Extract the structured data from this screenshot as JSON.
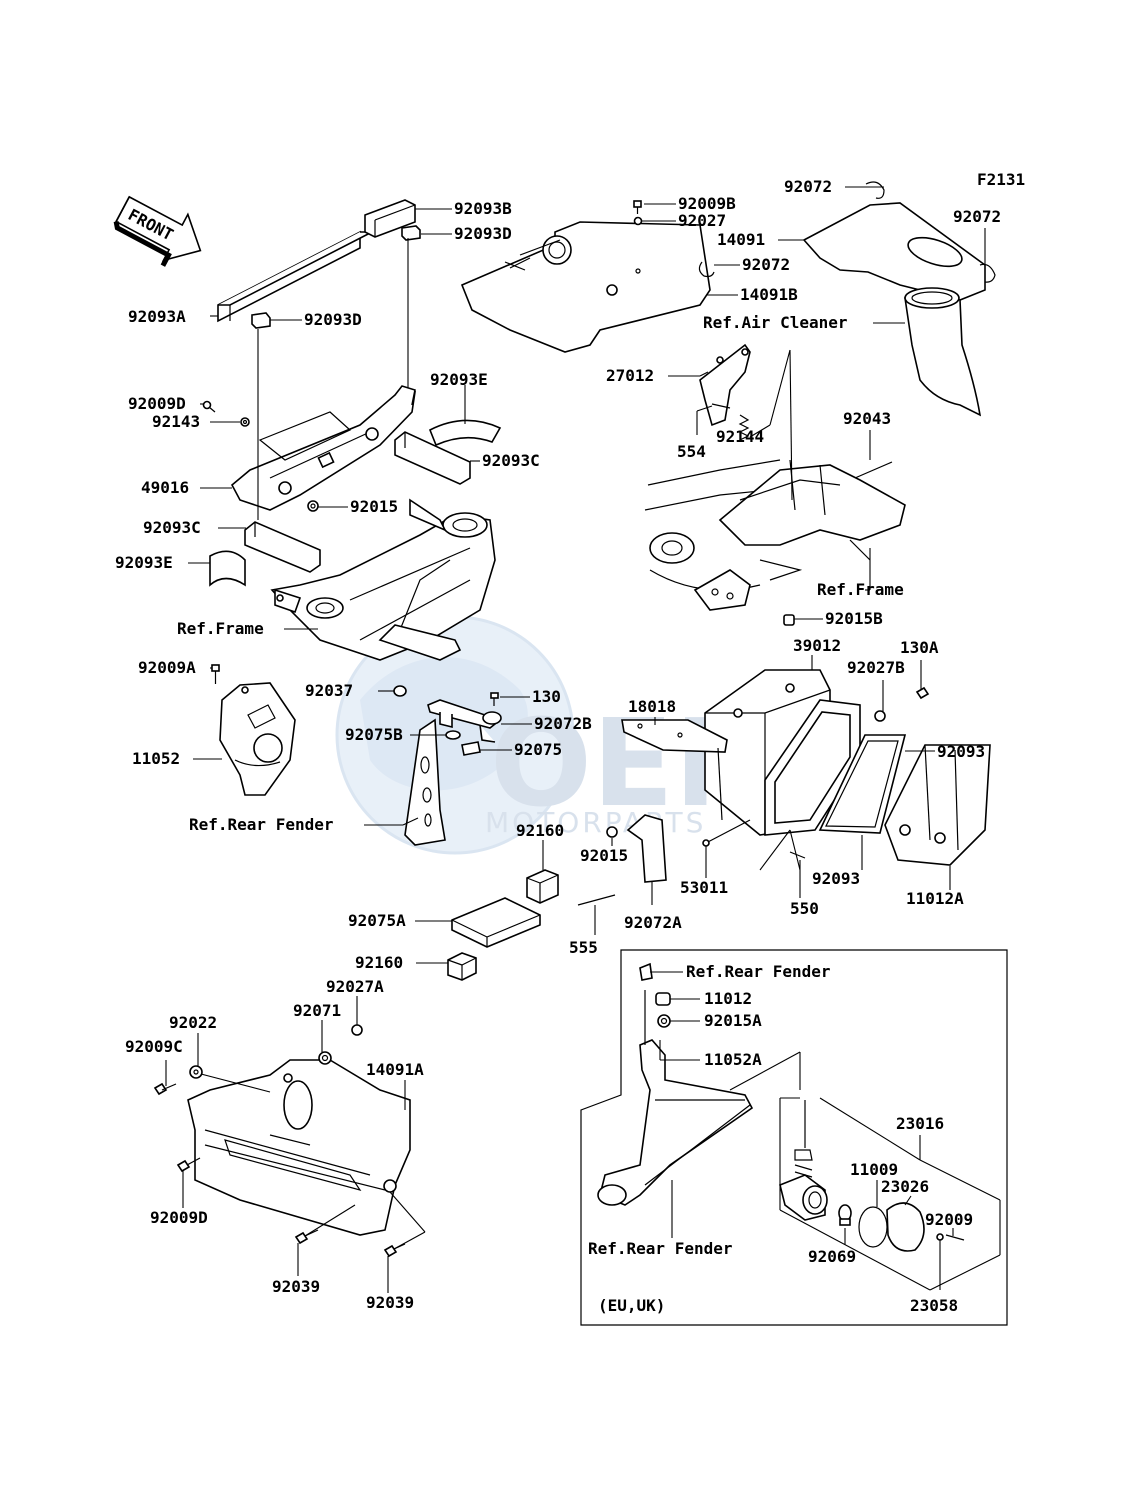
{
  "figure_code": "F2131",
  "front_label": "FRONT",
  "watermark": {
    "brand": "OEM",
    "sub": "MOTORPARTS"
  },
  "labels": {
    "l92093B": "92093B",
    "l92093D_top": "92093D",
    "l92093A": "92093A",
    "l92093D": "92093D",
    "l92009D_top": "92009D",
    "l92143": "92143",
    "l92093E_top": "92093E",
    "l92093C_right": "92093C",
    "l49016": "49016",
    "l92015_top": "92015",
    "l92093C_left": "92093C",
    "l92093E_left": "92093E",
    "ref_frame_left": "Ref.Frame",
    "l92009A": "92009A",
    "l92037": "92037",
    "l130": "130",
    "l92072B": "92072B",
    "l92075B": "92075B",
    "l92075": "92075",
    "l11052": "11052",
    "ref_rear_fender_left": "Ref.Rear Fender",
    "l92009B": "92009B",
    "l92027": "92027",
    "l92072_top": "92072",
    "l92072_mid": "92072",
    "l92072_right": "92072",
    "l14091": "14091",
    "l14091B": "14091B",
    "ref_air_cleaner": "Ref.Air Cleaner",
    "l27012": "27012",
    "l554": "554",
    "l92144": "92144",
    "l92043": "92043",
    "ref_frame_right": "Ref.Frame",
    "l92015B": "92015B",
    "l39012": "39012",
    "l92027B": "92027B",
    "l130A": "130A",
    "l18018": "18018",
    "l92093_a": "92093",
    "l92093_b": "92093",
    "l92160_a": "92160",
    "l92015_mid": "92015",
    "l53011": "53011",
    "l550": "550",
    "l11012A": "11012A",
    "l92075A": "92075A",
    "l92072A": "92072A",
    "l555": "555",
    "l92160_b": "92160",
    "l92027A": "92027A",
    "l92071": "92071",
    "l92022": "92022",
    "l92009C": "92009C",
    "l14091A": "14091A",
    "l92009D_bot": "92009D",
    "l92039_a": "92039",
    "l92039_b": "92039",
    "ref_rear_fender_box_top": "Ref.Rear Fender",
    "l11012": "11012",
    "l92015A": "92015A",
    "l11052A": "11052A",
    "l23016": "23016",
    "l11009": "11009",
    "l23026": "23026",
    "l92009": "92009",
    "l92069": "92069",
    "l23058": "23058",
    "ref_rear_fender_box_bot": "Ref.Rear Fender",
    "region_note": "(EU,UK)"
  }
}
